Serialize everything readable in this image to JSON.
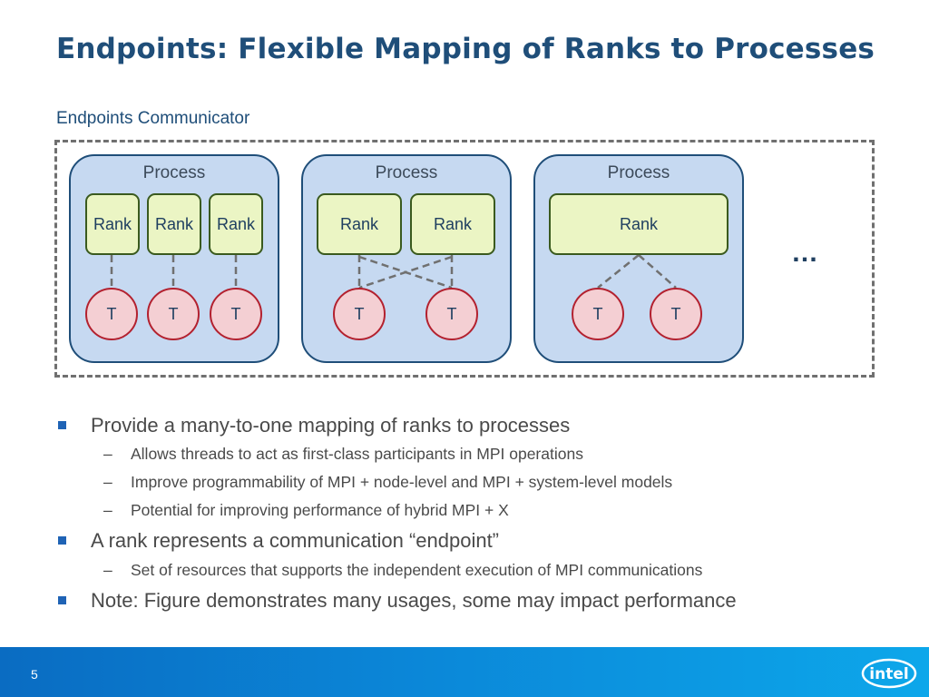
{
  "slide": {
    "title": "Endpoints: Flexible Mapping of Ranks to Processes",
    "subtitle": "Endpoints Communicator",
    "page_number": "5"
  },
  "diagram": {
    "processes": [
      {
        "label": "Process",
        "ranks": [
          "Rank",
          "Rank",
          "Rank"
        ],
        "threads": [
          "T",
          "T",
          "T"
        ]
      },
      {
        "label": "Process",
        "ranks": [
          "Rank",
          "Rank"
        ],
        "threads": [
          "T",
          "T"
        ]
      },
      {
        "label": "Process",
        "ranks": [
          "Rank"
        ],
        "threads": [
          "T",
          "T"
        ]
      }
    ],
    "ellipsis": "…"
  },
  "bullets": [
    {
      "text": "Provide a many-to-one mapping of ranks to processes",
      "sub": [
        "Allows threads to act as first-class participants in MPI operations",
        "Improve programmability of MPI + node-level and MPI + system-level models",
        "Potential for improving performance of hybrid MPI + X"
      ]
    },
    {
      "text": "A rank represents a communication “endpoint”",
      "sub": [
        "Set of resources that supports the independent execution of MPI communications"
      ]
    },
    {
      "text": "Note: Figure demonstrates many usages, some may impact performance",
      "sub": []
    }
  ],
  "logo": {
    "text": "intel"
  },
  "colors": {
    "title": "#1f4e79",
    "process_fill": "#c6d9f1",
    "rank_fill": "#ebf5c4",
    "thread_fill": "#f4cfd3",
    "thread_border": "#b3212f",
    "footer": "#0b87d8"
  }
}
